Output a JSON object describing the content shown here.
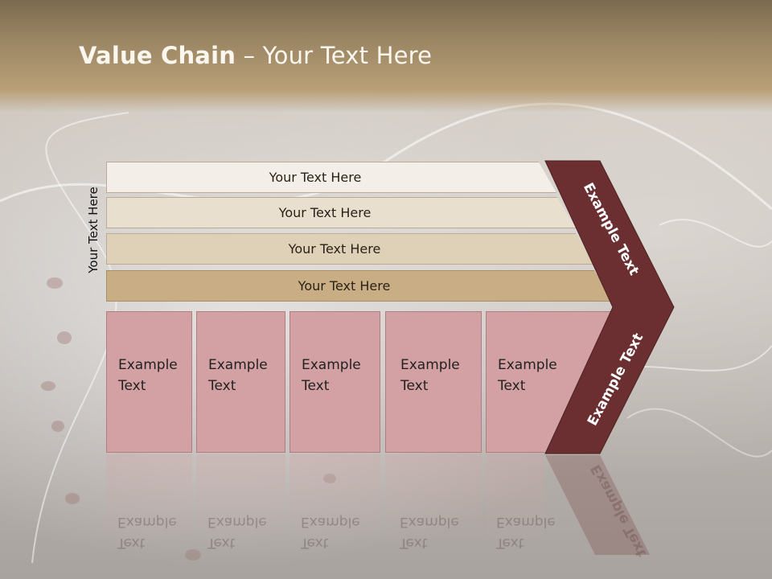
{
  "slide": {
    "title_bold": "Value Chain",
    "title_rest": " – Your Text Here",
    "side_label": "Your Text Here",
    "bars": [
      {
        "label": "Your Text Here",
        "color": "#f3efe8"
      },
      {
        "label": "Your Text Here",
        "color": "#e9dfcf"
      },
      {
        "label": "Your Text Here",
        "color": "#dfd0b8"
      },
      {
        "label": "Your Text Here",
        "color": "#c9ad84"
      }
    ],
    "boxes": [
      {
        "line1": "Example",
        "line2": "Text"
      },
      {
        "line1": "Example",
        "line2": "Text"
      },
      {
        "line1": "Example",
        "line2": "Text"
      },
      {
        "line1": "Example",
        "line2": "Text"
      },
      {
        "line1": "Example",
        "line2": "Text"
      }
    ],
    "chevron_upper_text": "Example Text",
    "chevron_lower_text": "Example Text",
    "colors": {
      "chevron": "#6b2f31",
      "box": "#d3a1a3",
      "title": "#fbf7ef"
    }
  }
}
